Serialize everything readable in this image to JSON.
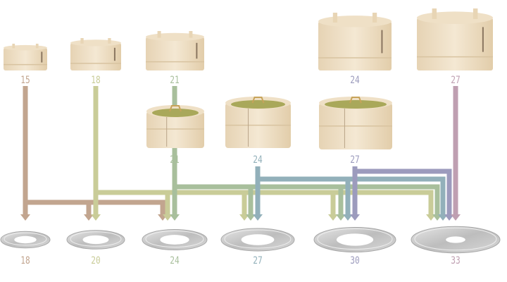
{
  "steamers_top": [
    {
      "size": "15",
      "color": "#c2a58f"
    },
    {
      "size": "18",
      "color": "#c9cc98"
    },
    {
      "size": "21",
      "color": "#a8bf9c"
    },
    {
      "size": "24",
      "color": "#9c9bbd"
    },
    {
      "size": "27",
      "color": "#bf9fb1"
    }
  ],
  "steamers_mid": [
    {
      "size": "21",
      "color": "#a8bf9c"
    },
    {
      "size": "24",
      "color": "#92b0ba"
    },
    {
      "size": "27",
      "color": "#9c9bbd"
    }
  ],
  "plates": [
    {
      "size": "18",
      "color": "#c2a58f"
    },
    {
      "size": "20",
      "color": "#c9cc98"
    },
    {
      "size": "24",
      "color": "#a8bf9c"
    },
    {
      "size": "27",
      "color": "#92b0ba"
    },
    {
      "size": "30",
      "color": "#9c9bbd"
    },
    {
      "size": "33",
      "color": "#bf9fb1"
    }
  ],
  "connections": [
    {
      "from": "15",
      "color": "#c2a58f",
      "to": [
        "18",
        "20",
        "24"
      ]
    },
    {
      "from": "18",
      "color": "#c9cc98",
      "to": [
        "20",
        "24",
        "27",
        "30",
        "33"
      ]
    },
    {
      "from": "21",
      "color": "#a8bf9c",
      "to": [
        "24",
        "27",
        "30",
        "33"
      ]
    },
    {
      "from": "24",
      "color": "#92b0ba",
      "to": [
        "27",
        "30",
        "33"
      ]
    },
    {
      "from": "24/27",
      "color": "#9c9bbd",
      "to": [
        "30",
        "33"
      ]
    },
    {
      "from": "27",
      "color": "#bf9fb1",
      "to": [
        "33"
      ]
    }
  ]
}
